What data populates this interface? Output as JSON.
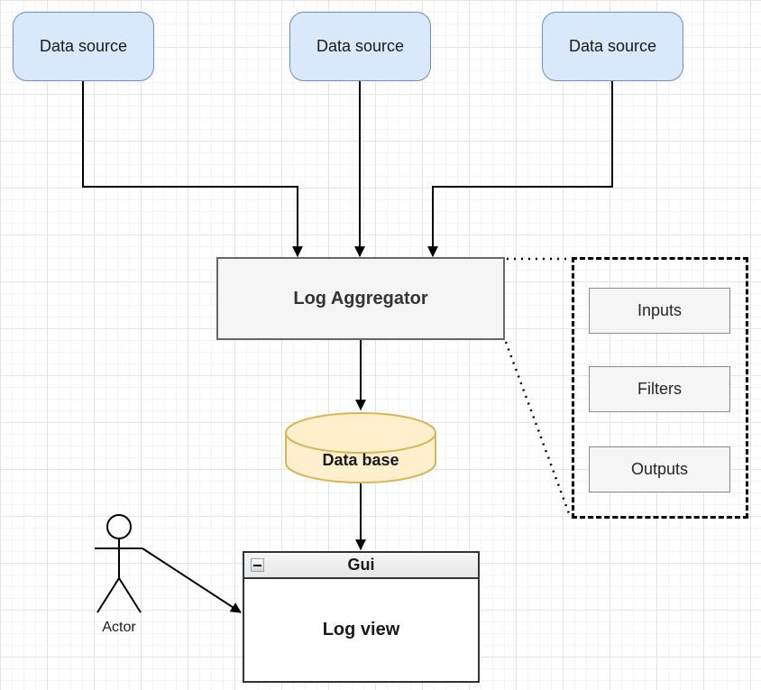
{
  "diagram": {
    "data_sources": [
      {
        "label": "Data source"
      },
      {
        "label": "Data source"
      },
      {
        "label": "Data source"
      }
    ],
    "aggregator": {
      "label": "Log Aggregator"
    },
    "pipeline_panel": {
      "items": [
        {
          "label": "Inputs"
        },
        {
          "label": "Filters"
        },
        {
          "label": "Outputs"
        }
      ]
    },
    "database": {
      "label": "Data base"
    },
    "gui_window": {
      "title": "Gui",
      "body": "Log view",
      "controls": [
        {
          "icon": "minimize-icon"
        }
      ]
    },
    "actor": {
      "label": "Actor"
    },
    "colors": {
      "canvas_bg": "#ffffff",
      "grid_minor": "#f4f4f4",
      "grid_major": "#e3e3e3",
      "data_source_fill": "#dae8fc",
      "data_source_stroke": "#6c8ebf",
      "node_fill": "#f5f5f5",
      "node_stroke": "#666666",
      "panel_box_stroke": "#8a8a8a",
      "database_fill": "#ffefcd",
      "database_stroke": "#d6b656",
      "connector": "#000000",
      "window_stroke": "#333333",
      "titlebar_fill": "#efefef"
    }
  }
}
